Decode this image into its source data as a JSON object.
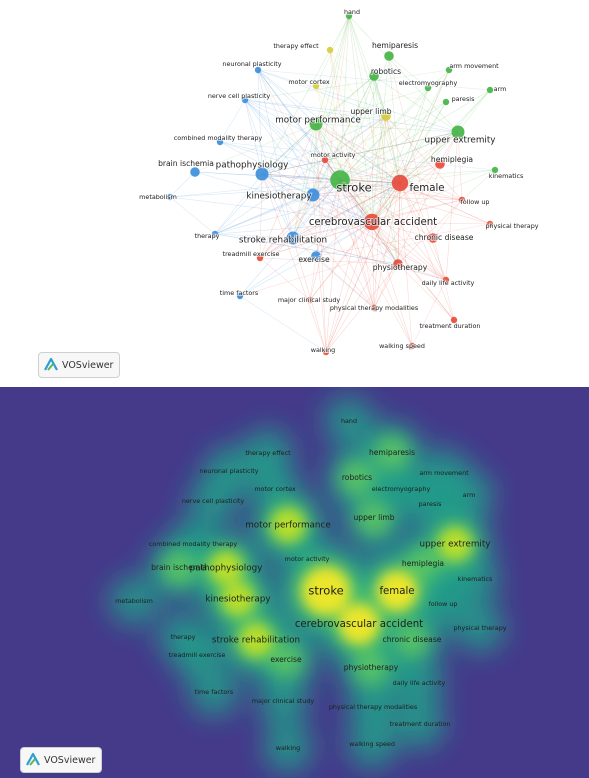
{
  "network": {
    "badge_label": "VOSviewer",
    "cluster_colors": {
      "red": "#e74c3c",
      "green": "#47b447",
      "blue": "#3d8fdc",
      "yellow": "#d8cc3a"
    },
    "terms": [
      {
        "label": "hand",
        "cluster": "green",
        "weight": 1
      },
      {
        "label": "therapy effect",
        "cluster": "yellow",
        "weight": 1
      },
      {
        "label": "hemiparesis",
        "cluster": "green",
        "weight": 2
      },
      {
        "label": "neuronal plasticity",
        "cluster": "blue",
        "weight": 1
      },
      {
        "label": "arm movement",
        "cluster": "green",
        "weight": 1
      },
      {
        "label": "motor cortex",
        "cluster": "yellow",
        "weight": 1
      },
      {
        "label": "robotics",
        "cluster": "green",
        "weight": 2
      },
      {
        "label": "electromyography",
        "cluster": "green",
        "weight": 1
      },
      {
        "label": "arm",
        "cluster": "green",
        "weight": 1
      },
      {
        "label": "nerve cell plasticity",
        "cluster": "blue",
        "weight": 1
      },
      {
        "label": "paresis",
        "cluster": "green",
        "weight": 1
      },
      {
        "label": "upper limb",
        "cluster": "yellow",
        "weight": 2
      },
      {
        "label": "motor performance",
        "cluster": "green",
        "weight": 3
      },
      {
        "label": "upper extremity",
        "cluster": "green",
        "weight": 3
      },
      {
        "label": "combined modality therapy",
        "cluster": "blue",
        "weight": 1
      },
      {
        "label": "motor activity",
        "cluster": "red",
        "weight": 1
      },
      {
        "label": "hemiplegia",
        "cluster": "red",
        "weight": 2
      },
      {
        "label": "brain ischemia",
        "cluster": "blue",
        "weight": 2
      },
      {
        "label": "pathophysiology",
        "cluster": "blue",
        "weight": 3
      },
      {
        "label": "kinematics",
        "cluster": "green",
        "weight": 1
      },
      {
        "label": "stroke",
        "cluster": "green",
        "weight": 5
      },
      {
        "label": "female",
        "cluster": "red",
        "weight": 4
      },
      {
        "label": "metabolism",
        "cluster": "blue",
        "weight": 1
      },
      {
        "label": "kinesiotherapy",
        "cluster": "blue",
        "weight": 3
      },
      {
        "label": "follow up",
        "cluster": "red",
        "weight": 1
      },
      {
        "label": "cerebrovascular accident",
        "cluster": "red",
        "weight": 4
      },
      {
        "label": "physical therapy",
        "cluster": "red",
        "weight": 1
      },
      {
        "label": "therapy",
        "cluster": "blue",
        "weight": 1
      },
      {
        "label": "stroke rehabilitation",
        "cluster": "blue",
        "weight": 3
      },
      {
        "label": "chronic disease",
        "cluster": "red",
        "weight": 2
      },
      {
        "label": "treadmill exercise",
        "cluster": "red",
        "weight": 1
      },
      {
        "label": "exercise",
        "cluster": "blue",
        "weight": 2
      },
      {
        "label": "physiotherapy",
        "cluster": "red",
        "weight": 2
      },
      {
        "label": "daily life activity",
        "cluster": "red",
        "weight": 1
      },
      {
        "label": "time factors",
        "cluster": "blue",
        "weight": 1
      },
      {
        "label": "major clinical study",
        "cluster": "red",
        "weight": 1
      },
      {
        "label": "physical therapy modalities",
        "cluster": "red",
        "weight": 1
      },
      {
        "label": "treatment duration",
        "cluster": "red",
        "weight": 1
      },
      {
        "label": "walking speed",
        "cluster": "red",
        "weight": 1
      },
      {
        "label": "walking",
        "cluster": "red",
        "weight": 1
      }
    ]
  },
  "density": {
    "badge_label": "VOSviewer",
    "background": "#45398a"
  }
}
